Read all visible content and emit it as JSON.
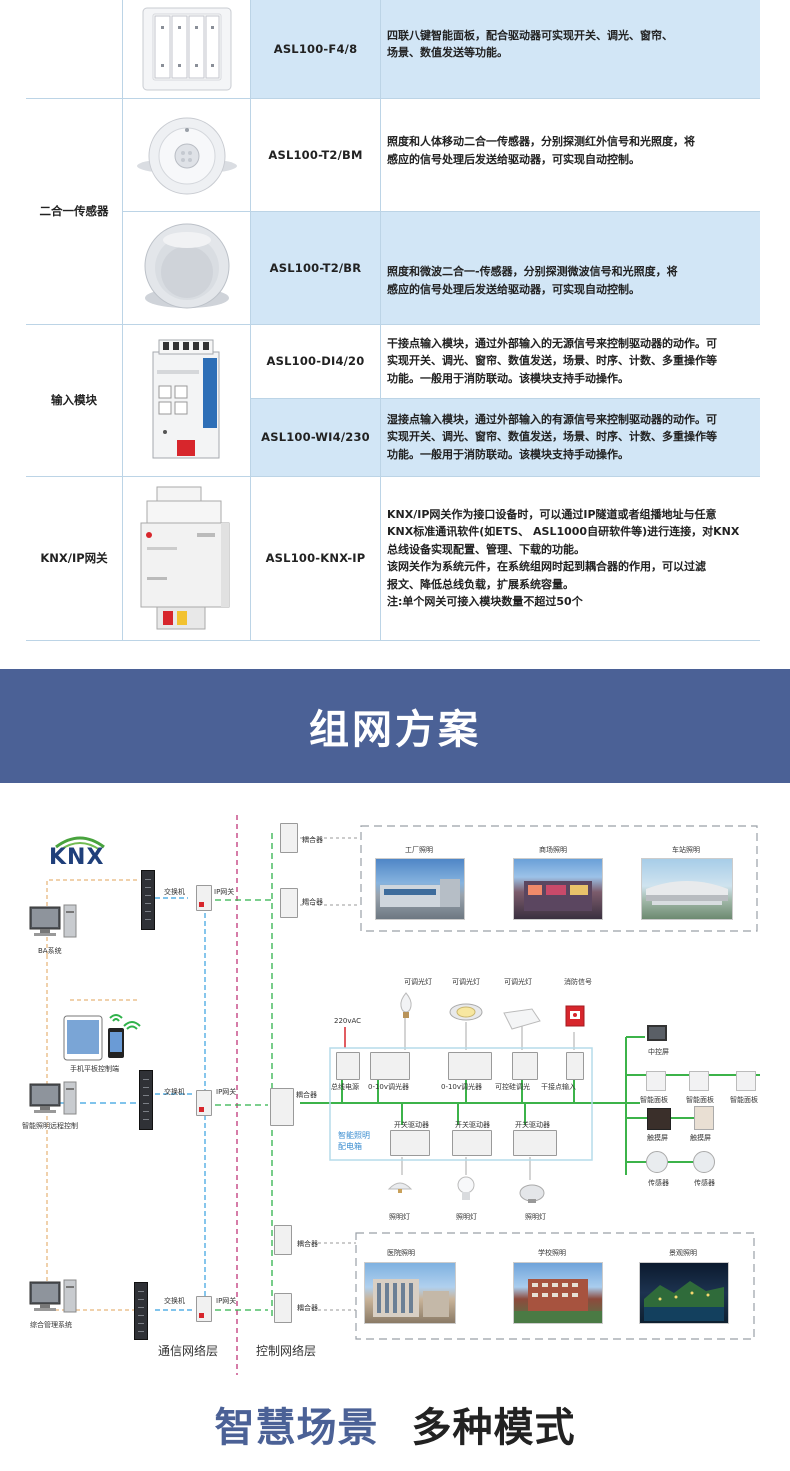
{
  "products": {
    "rows": [
      {
        "category": "",
        "model": "ASL100-F4/8",
        "desc": [
          "四联八键智能面板，配合驱动器可实现开关、调光、窗帘、",
          "场景、数值发送等功能。"
        ],
        "image": "four-key-panel-icon"
      },
      {
        "category": "二合一传感器",
        "model": "ASL100-T2/BM",
        "desc": [
          "照度和人体移动二合一传感器，分别探测红外信号和光照度，将",
          "感应的信号处理后发送给驱动器，可实现自动控制。"
        ],
        "image": "pir-sensor-icon"
      },
      {
        "category": "",
        "model": "ASL100-T2/BR",
        "desc": [
          "照度和微波二合一-传感器，分别探测微波信号和光照度，将",
          "感应的信号处理后发送给驱动器，可实现自动控制。"
        ],
        "image": "microwave-sensor-icon"
      },
      {
        "category": "输入模块",
        "model": "ASL100-DI4/20",
        "desc": [
          "干接点输入模块，通过外部输入的无源信号来控制驱动器的动作。可",
          "实现开关、调光、窗帘、数值发送，场景、时序、计数、多重操作等",
          "功能。一般用于消防联动。该模块支持手动操作。"
        ],
        "image": "input-module-icon"
      },
      {
        "category": "",
        "model": "ASL100-WI4/230",
        "desc": [
          "湿接点输入模块，通过外部输入的有源信号来控制驱动器的动作。可",
          "实现开关、调光、窗帘、数值发送，场景、时序、计数、多重操作等",
          "功能。一般用于消防联动。该模块支持手动操作。"
        ],
        "image": ""
      },
      {
        "category": "KNX/IP网关",
        "model": "ASL100-KNX-IP",
        "desc": [
          "KNX/IP网关作为接口设备时，可以通过IP隧道或者组播地址与任意",
          "KNX标准通讯软件(如ETS、 ASL1000自研软件等)进行连接，对KNX",
          "总线设备实现配置、管理、下载的功能。",
          "该网关作为系统元件，在系统组网时起到耦合器的作用，可以过滤",
          "报文、降低总线负载，扩展系统容量。",
          "注:单个网关可接入模块数量不超过50个"
        ],
        "image": "knx-ip-gateway-icon"
      }
    ]
  },
  "banner": {
    "title": "组网方案"
  },
  "diagram": {
    "logo": "KNX",
    "left": {
      "ba": "BA系统",
      "tablet": "手机平板控制端",
      "remote": "智能照明远程控制",
      "mgmt": "综合管理系统"
    },
    "switch_label": "交换机",
    "ipgw_label": "IP网关",
    "coupler_label": "耦合器",
    "top_scenes": [
      "工厂照明",
      "商场照明",
      "车站照明"
    ],
    "bottom_scenes": [
      "医院照明",
      "学校照明",
      "景观照明"
    ],
    "lamps_top": [
      "可调光灯",
      "可调光灯",
      "可调光灯",
      "消防信号"
    ],
    "power": "220vAC",
    "modules": [
      "总线电源",
      "0-10v调光器",
      "0-10v调光器",
      "可控硅调光",
      "干接点输入"
    ],
    "drivers": [
      "开关驱动器",
      "开关驱动器",
      "开关驱动器"
    ],
    "box": [
      "智能照明",
      "配电箱"
    ],
    "lights": [
      "照明灯",
      "照明灯",
      "照明灯"
    ],
    "right": {
      "central": "中控屏",
      "panels": [
        "智能面板",
        "智能面板",
        "智能面板"
      ],
      "touch": [
        "触摸屏",
        "触摸屏"
      ],
      "sensors": [
        "传感器",
        "传感器"
      ]
    },
    "layers": [
      "通信网络层",
      "控制网络层"
    ]
  },
  "footer": {
    "part1": "智慧场景",
    "part2": "多种模式"
  }
}
